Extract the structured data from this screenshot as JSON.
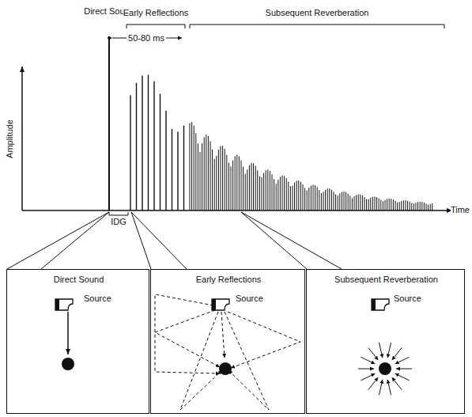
{
  "diagram": {
    "nodes": [
      {
        "text": [
          "Direct Sound",
          "Source"
        ]
      },
      {
        "text": [
          "Early Reflections",
          "Source"
        ]
      },
      {
        "text": [
          "Subsequent Reverberation",
          "Source"
        ]
      }
    ],
    "labels": [
      "Direct Sound",
      "Early Reflections",
      "Subsequent Reverberation",
      "50-80 ms",
      "Amplitude",
      "Time",
      "IDG"
    ]
  }
}
